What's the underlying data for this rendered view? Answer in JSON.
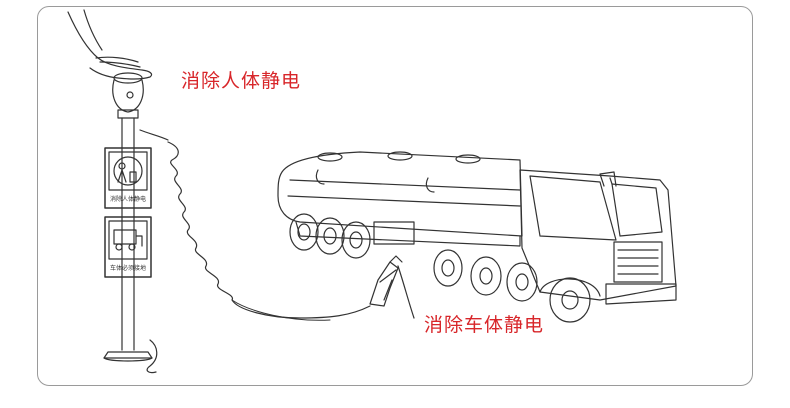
{
  "labels": {
    "human_static": "消除人体静电",
    "vehicle_static": "消除车体静电"
  },
  "signs": {
    "top_caption": "消除人体静电",
    "bottom_caption": "车体必须接地"
  },
  "colors": {
    "label_red": "#d8262a",
    "line_ink": "#333333",
    "frame_border": "#9a9a9a"
  }
}
